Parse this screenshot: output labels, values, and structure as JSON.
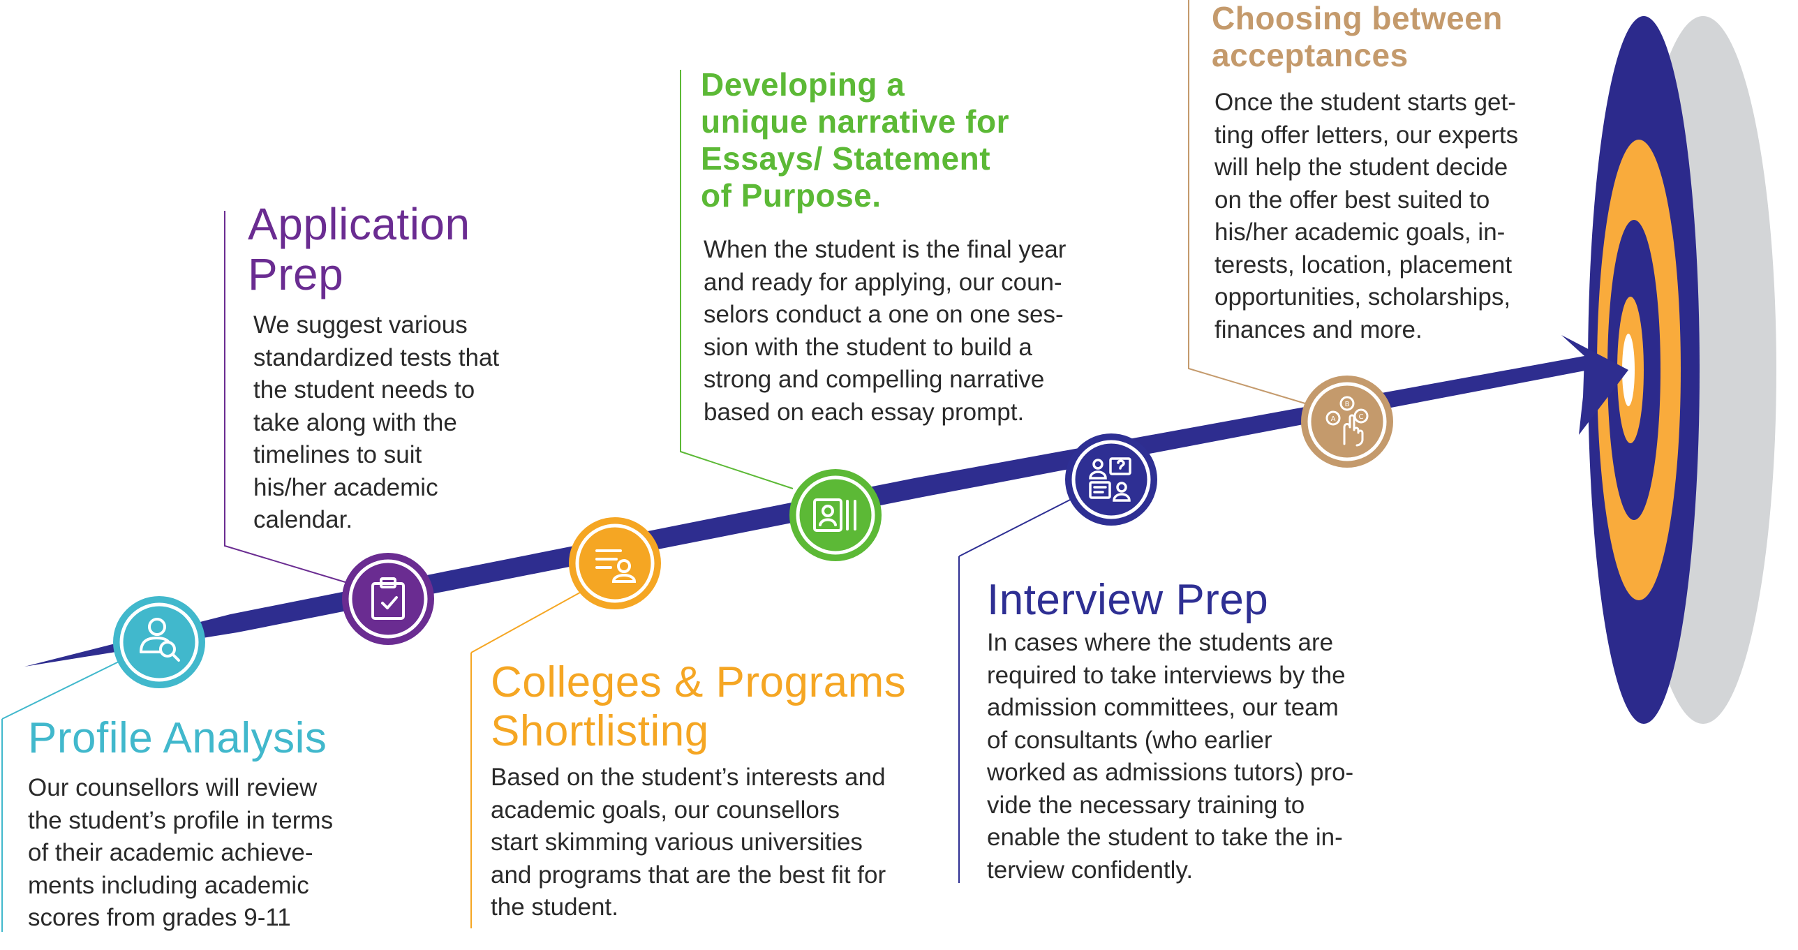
{
  "colors": {
    "teal": "#41b8cc",
    "purple": "#6a2c91",
    "orange": "#f5a623",
    "green": "#5cb936",
    "indigo": "#2e2f93",
    "tan": "#c49a6c",
    "navy": "#2c2a8c",
    "gold": "#f9ab3c",
    "gray": "#d3d5d7"
  },
  "steps": {
    "profile": {
      "icon": "profile-search-icon",
      "title": [
        "Profile Analysis"
      ],
      "body": [
        "Our counsellors will review",
        "the student’s profile in terms",
        "of their academic achieve-",
        "ments including academic",
        "scores from grades 9-11"
      ]
    },
    "application": {
      "icon": "clipboard-check-icon",
      "title": [
        "Application",
        "Prep"
      ],
      "body": [
        "We suggest various",
        "standardized tests that",
        "the student needs to",
        "take along with the",
        "timelines to suit",
        "his/her academic",
        "calendar."
      ]
    },
    "colleges": {
      "icon": "shortlist-person-icon",
      "title": [
        "Colleges & Programs",
        "Shortlisting"
      ],
      "body": [
        "Based on the student’s interests and",
        "academic goals, our counsellors",
        "start skimming various universities",
        "and programs that are the best fit for",
        "the student."
      ]
    },
    "narrative": {
      "icon": "essay-portrait-icon",
      "title": [
        "Developing a",
        "unique narrative for",
        "Essays/ Statement",
        "of Purpose."
      ],
      "body": [
        "When the student is the final year",
        "and ready for applying, our coun-",
        "selors conduct a one on one ses-",
        "sion with the student to build a",
        "strong and compelling narrative",
        "based on each essay prompt."
      ]
    },
    "interview": {
      "icon": "interview-chat-icon",
      "title": [
        "Interview Prep"
      ],
      "body": [
        "In cases where the students are",
        "required to take interviews by the",
        "admission committees, our team",
        "of consultants (who earlier",
        "worked as admissions tutors) pro-",
        "vide the necessary training to",
        "enable the student to take the in-",
        "terview confidently."
      ]
    },
    "acceptances": {
      "icon": "choose-option-hand-icon",
      "title": [
        "Choosing between",
        "acceptances"
      ],
      "body": [
        "Once the student starts get-",
        "ting offer letters, our experts",
        "will help the student decide",
        "on the offer best suited to",
        "his/her academic goals, in-",
        "terests, location, placement",
        "opportunities, scholarships,",
        "finances and more."
      ]
    }
  },
  "target": {
    "icon": "bullseye-target-icon",
    "arrow_icon": "arrow-icon"
  }
}
